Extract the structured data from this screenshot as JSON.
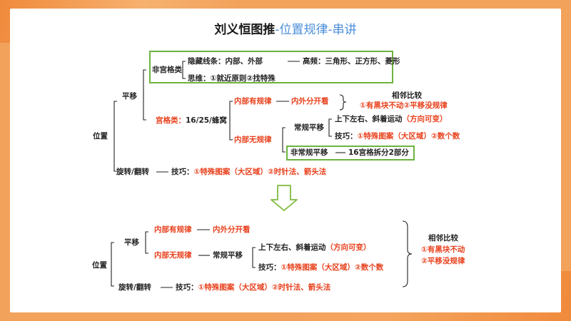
{
  "title": {
    "main": "刘义恒图推",
    "sub": "-位置规律-串讲"
  },
  "top": {
    "weizhi": "位置",
    "pingyi": "平移",
    "fei_gongge": "非宫格类",
    "yincang": "隐藏线条：内部、外部",
    "gaopin": "高频：三角形、正方形、菱形",
    "siwei": "思维：①就近原则②找特殊",
    "gongge": "宫格类：",
    "gongge_rest": "16/25/蜂窝",
    "neibu_you": "内部有规律",
    "neiwai": "内外分开看",
    "neibu_wu": "内部无规律",
    "changgui": "常规平移",
    "shangxia": "上下左右、斜着运动",
    "fangxiang": "（方向可变）",
    "jiqiao": "技巧：",
    "jiqiao1": "①特殊图案（大区域）",
    "jiqiao2": "②数个数",
    "feichanggui": "非常规平移",
    "shiliu": "16宫格拆分2部分",
    "xiangling": "相邻比较",
    "youhei": "①有黑块不动",
    "pingyi_mei": "②平移没规律",
    "xuanzhuan": "旋转/翻转",
    "xz_jiqiao": "技巧：",
    "xz1": "①特殊图案（大区域）",
    "xz2": "②时针法、箭头法"
  },
  "bottom": {
    "weizhi": "位置",
    "pingyi": "平移",
    "neibu_you": "内部有规律",
    "neiwai": "内外分开看",
    "neibu_wu": "内部无规律",
    "changgui": "常规平移",
    "shangxia": "上下左右、斜着运动",
    "fangxiang": "（方向可变）",
    "jiqiao": "技巧：",
    "jiqiao1": "①特殊图案（大区域）",
    "jiqiao2": "②数个数",
    "xuanzhuan": "旋转/翻转",
    "xz_jiqiao": "技巧：",
    "xz1": "①特殊图案（大区域）",
    "xz2": "②时针法、箭头法",
    "xiangling": "相邻比较",
    "youhei": "①有黑块不动",
    "pingyi_mei": "②平移没规律"
  },
  "colors": {
    "accent_red": "#e8401c",
    "title_blue": "#4a8ed8",
    "box_green": "#6cb33f",
    "arrow_green": "#8cc152"
  }
}
